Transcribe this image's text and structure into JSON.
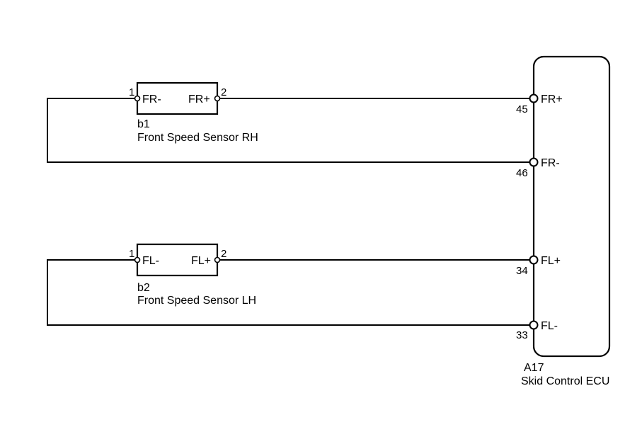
{
  "sensor_rh": {
    "code": "b1",
    "name": "Front Speed Sensor RH",
    "pin1": {
      "number": "1",
      "label": "FR-"
    },
    "pin2": {
      "number": "2",
      "label": "FR+"
    }
  },
  "sensor_lh": {
    "code": "b2",
    "name": "Front Speed Sensor LH",
    "pin1": {
      "number": "1",
      "label": "FL-"
    },
    "pin2": {
      "number": "2",
      "label": "FL+"
    }
  },
  "ecu": {
    "code": "A17",
    "name": "Skid Control ECU",
    "terminals": [
      {
        "number": "45",
        "label": "FR+"
      },
      {
        "number": "46",
        "label": "FR-"
      },
      {
        "number": "34",
        "label": "FL+"
      },
      {
        "number": "33",
        "label": "FL-"
      }
    ]
  }
}
